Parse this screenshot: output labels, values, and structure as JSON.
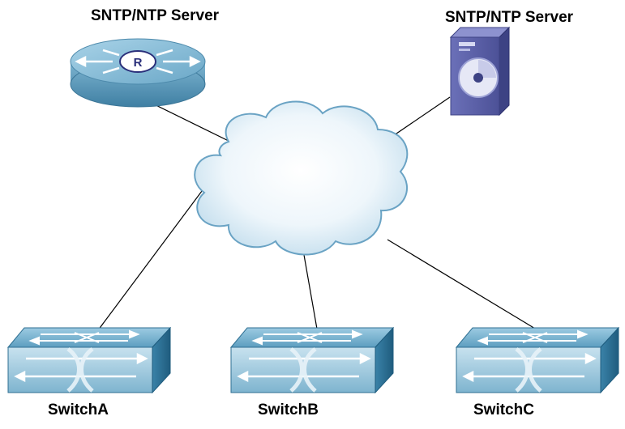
{
  "diagram": {
    "type": "network-topology",
    "nodes": [
      {
        "id": "router-server",
        "label": "SNTP/NTP Server",
        "kind": "router"
      },
      {
        "id": "pc-server",
        "label": "SNTP/NTP Server",
        "kind": "server"
      },
      {
        "id": "cloud",
        "label": "",
        "kind": "network-cloud"
      },
      {
        "id": "switch-a",
        "label": "SwitchA",
        "kind": "switch"
      },
      {
        "id": "switch-b",
        "label": "SwitchB",
        "kind": "switch"
      },
      {
        "id": "switch-c",
        "label": "SwitchC",
        "kind": "switch"
      }
    ],
    "links": [
      [
        "router-server",
        "cloud"
      ],
      [
        "pc-server",
        "cloud"
      ],
      [
        "cloud",
        "switch-a"
      ],
      [
        "cloud",
        "switch-b"
      ],
      [
        "cloud",
        "switch-c"
      ]
    ],
    "colors": {
      "router_body": "#5e9fc0",
      "server_body": "#5a5fa6",
      "switch_top": "#7fb6d2",
      "switch_front": "#9ac6dc",
      "switch_side": "#2c6f93",
      "cloud_fill": "#dcecf5",
      "link": "#000000"
    }
  }
}
